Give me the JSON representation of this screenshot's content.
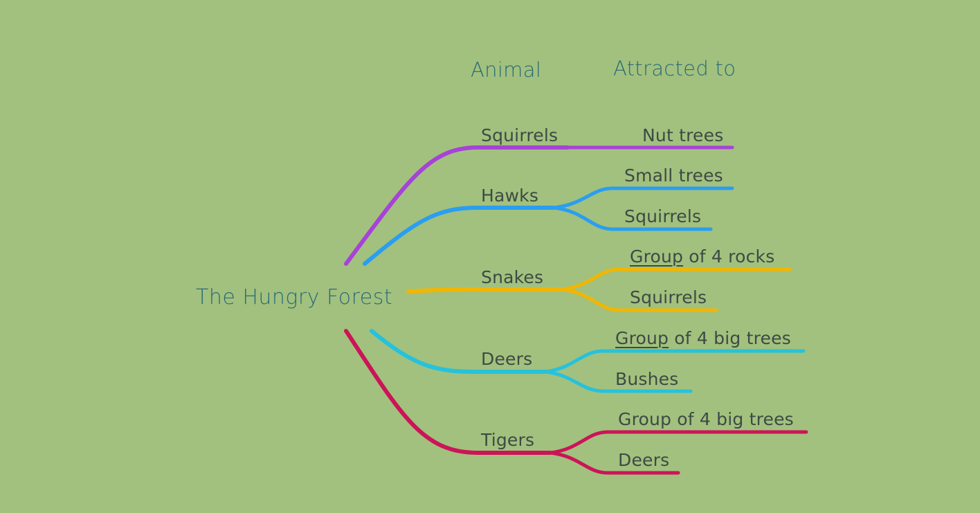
{
  "headers": {
    "animal": "Animal",
    "attracted": "Attracted to"
  },
  "root": {
    "label": "The Hungry Forest"
  },
  "colors": {
    "background": "#a2c17e",
    "squirrels": "#a742d8",
    "hawks": "#2a9ef0",
    "snakes": "#f2b600",
    "deers": "#26c2dc",
    "tigers": "#cc1458",
    "text": "#3d4a44",
    "header": "#2a6a78"
  },
  "branches": [
    {
      "animal": "Squirrels",
      "color": "#a742d8",
      "attracted": [
        {
          "label": "Nut trees"
        }
      ]
    },
    {
      "animal": "Hawks",
      "color": "#2a9ef0",
      "attracted": [
        {
          "label": "Small trees"
        },
        {
          "label": "Squirrels"
        }
      ]
    },
    {
      "animal": "Snakes",
      "color": "#f2b600",
      "attracted": [
        {
          "label_underlined": "Group",
          "label_rest": " of 4 rocks"
        },
        {
          "label": "Squirrels"
        }
      ]
    },
    {
      "animal": "Deers",
      "color": "#26c2dc",
      "attracted": [
        {
          "label_underlined": "Group",
          "label_rest": " of 4 big trees"
        },
        {
          "label": "Bushes"
        }
      ]
    },
    {
      "animal": "Tigers",
      "color": "#cc1458",
      "attracted": [
        {
          "label": "Group of 4 big trees"
        },
        {
          "label": "Deers"
        }
      ]
    }
  ]
}
